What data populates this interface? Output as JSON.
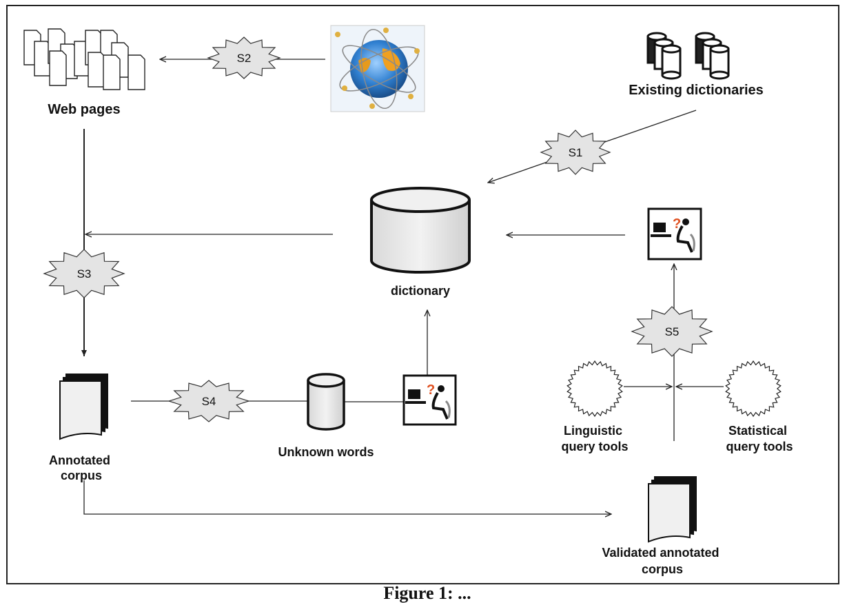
{
  "nodes": {
    "web_pages": "Web pages",
    "existing_dictionaries": "Existing dictionaries",
    "dictionary": "dictionary",
    "annotated_corpus": [
      "Annotated",
      "corpus"
    ],
    "unknown_words": "Unknown words",
    "linguistic_query_tools": [
      "Linguistic",
      "query tools"
    ],
    "statistical_query_tools": [
      "Statistical",
      "query tools"
    ],
    "validated_annotated_corpus": [
      "Validated annotated",
      "corpus"
    ]
  },
  "steps": {
    "s1": "S1",
    "s2": "S2",
    "s3": "S3",
    "s4": "S4",
    "s5": "S5"
  },
  "icons": [
    "web-pages-icon",
    "globe-network-icon",
    "database-stack-icon",
    "cylinder-database-icon",
    "person-at-computer-icon",
    "question-mark-icon",
    "document-stack-icon"
  ],
  "caption": "Figure 1: ..."
}
